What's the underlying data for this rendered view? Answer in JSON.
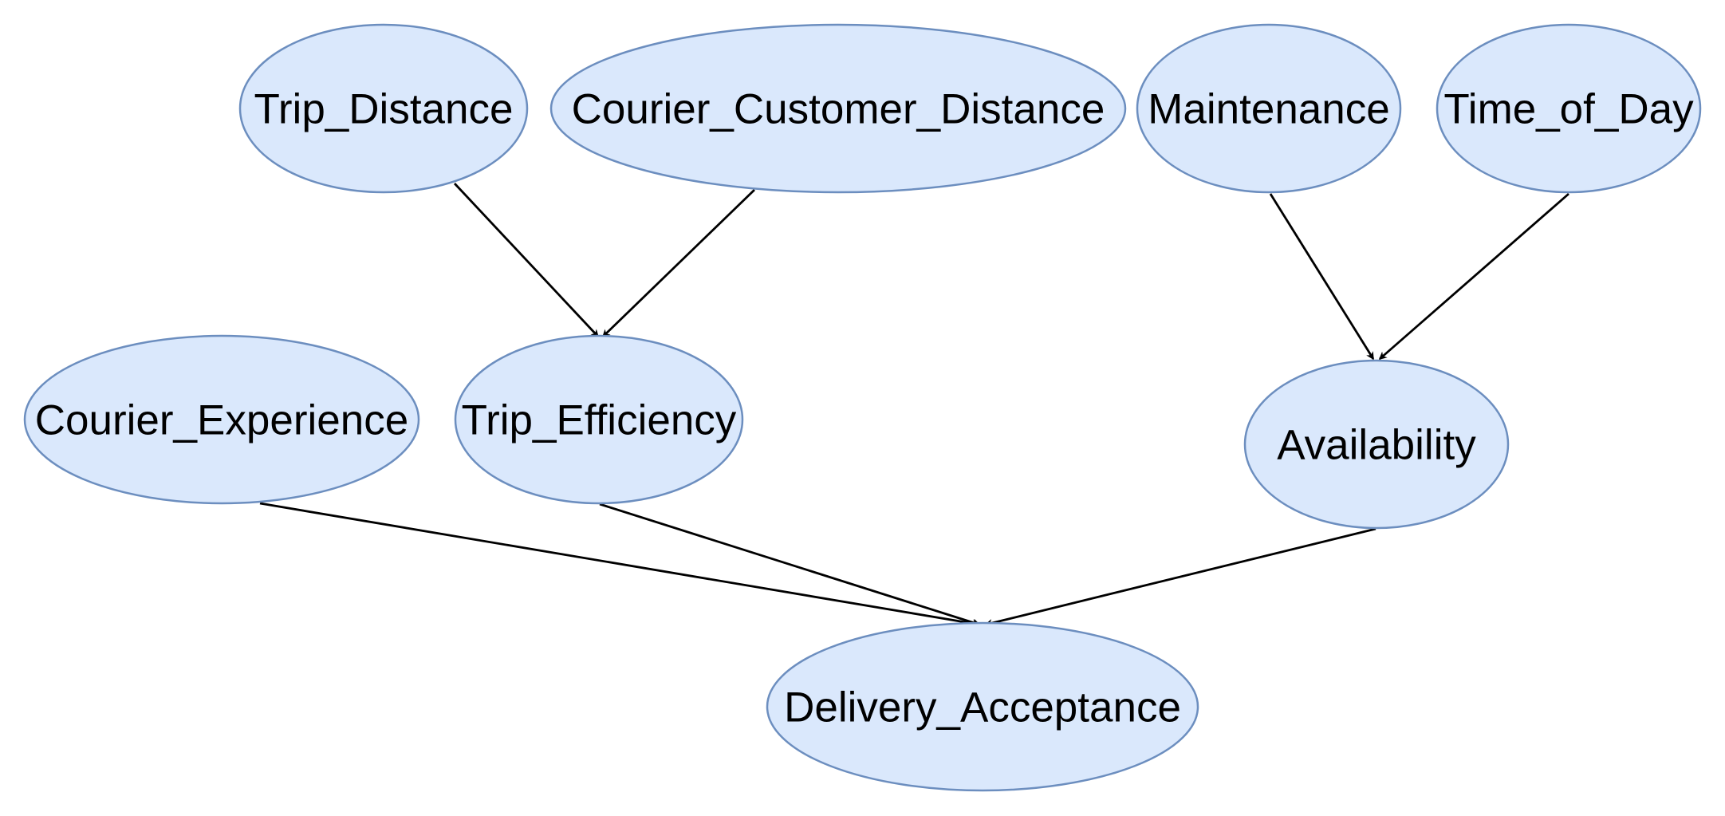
{
  "diagram": {
    "type": "directed-graph",
    "colors": {
      "node_fill": "#dae8fc",
      "node_stroke": "#6c8ebf",
      "edge": "#000000",
      "text": "#000000"
    },
    "nodes": {
      "trip_distance": "Trip_Distance",
      "courier_customer_distance": "Courier_Customer_Distance",
      "maintenance": "Maintenance",
      "time_of_day": "Time_of_Day",
      "courier_experience": "Courier_Experience",
      "trip_efficiency": "Trip_Efficiency",
      "availability": "Availability",
      "delivery_acceptance": "Delivery_Acceptance"
    },
    "edges": [
      {
        "from": "Trip_Distance",
        "to": "Trip_Efficiency"
      },
      {
        "from": "Courier_Customer_Distance",
        "to": "Trip_Efficiency"
      },
      {
        "from": "Maintenance",
        "to": "Availability"
      },
      {
        "from": "Time_of_Day",
        "to": "Availability"
      },
      {
        "from": "Courier_Experience",
        "to": "Delivery_Acceptance"
      },
      {
        "from": "Trip_Efficiency",
        "to": "Delivery_Acceptance"
      },
      {
        "from": "Availability",
        "to": "Delivery_Acceptance"
      }
    ]
  }
}
